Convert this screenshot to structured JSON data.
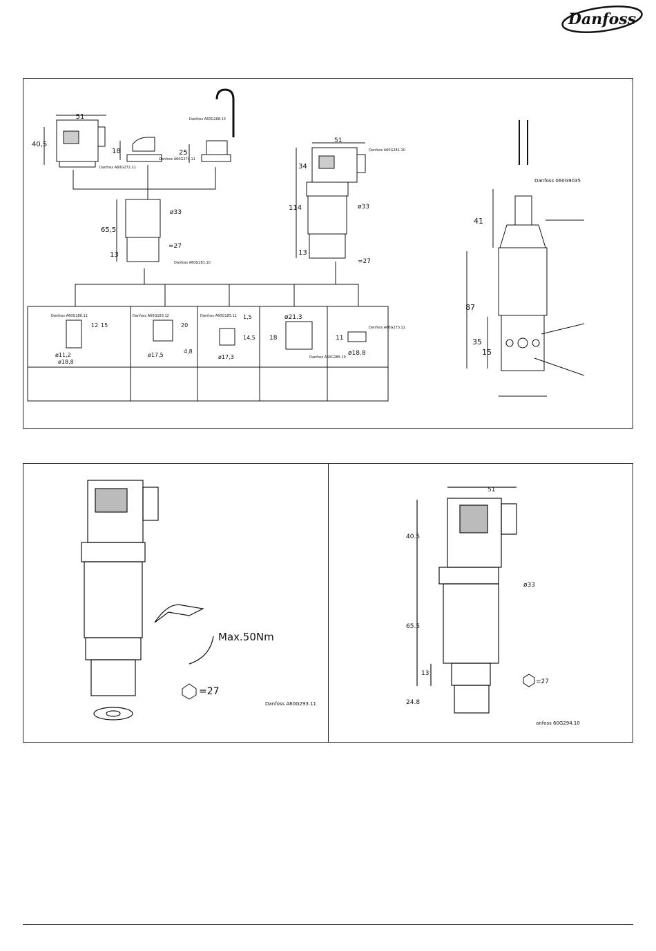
{
  "header": {
    "brand": "Danfoss"
  },
  "top": {
    "plug_a": {
      "w": "51",
      "h": "40,5",
      "code": "Danfoss A60G272.11"
    },
    "plug_b": {
      "h": "18",
      "code": "Danfoss A60G270.11"
    },
    "plug_c": {
      "h": "25",
      "code": "Danfoss A60G268.10"
    },
    "sensor_small": {
      "d": "ø33",
      "h1": "65,5",
      "h2": "13",
      "hex": "=27",
      "code": "Danfoss A60G281.10"
    },
    "sensor_big": {
      "w": "51",
      "h1": "34",
      "h2": "114",
      "d": "ø33",
      "h3": "13",
      "hex": "=27",
      "code": "Danfoss A60G281.10"
    },
    "cable": {
      "h1": "41",
      "h2": "87",
      "h3": "35",
      "h4": "15",
      "code": "Danfoss 060G9035"
    },
    "fittings": [
      {
        "dims": [
          "12",
          "15",
          "ø11,2",
          "ø18,8"
        ],
        "code": "Danfoss A60G186.11"
      },
      {
        "dims": [
          "20",
          "4,8",
          "ø17,5"
        ],
        "code": "Danfoss A60G183.12"
      },
      {
        "dims": [
          "1,5",
          "14,5",
          "ø17,3"
        ],
        "code": "Danfoss A60G185.11"
      },
      {
        "dims": [
          "ø21.3",
          "18"
        ],
        "code": "Danfoss A60G285.10"
      },
      {
        "dims": [
          "11",
          "ø18.8"
        ],
        "code": "Danfoss A60G273.11"
      }
    ]
  },
  "bottom_left": {
    "torque": "Max.50Nm",
    "hex": "=27",
    "code": "Danfoss A60G293.11"
  },
  "bottom_right": {
    "w": "51",
    "h1": "40.5",
    "d": "ø33",
    "h2": "65.5",
    "h3": "13",
    "hex": "=27",
    "h4": "24.8",
    "code": "anfoss 60G294.10"
  }
}
